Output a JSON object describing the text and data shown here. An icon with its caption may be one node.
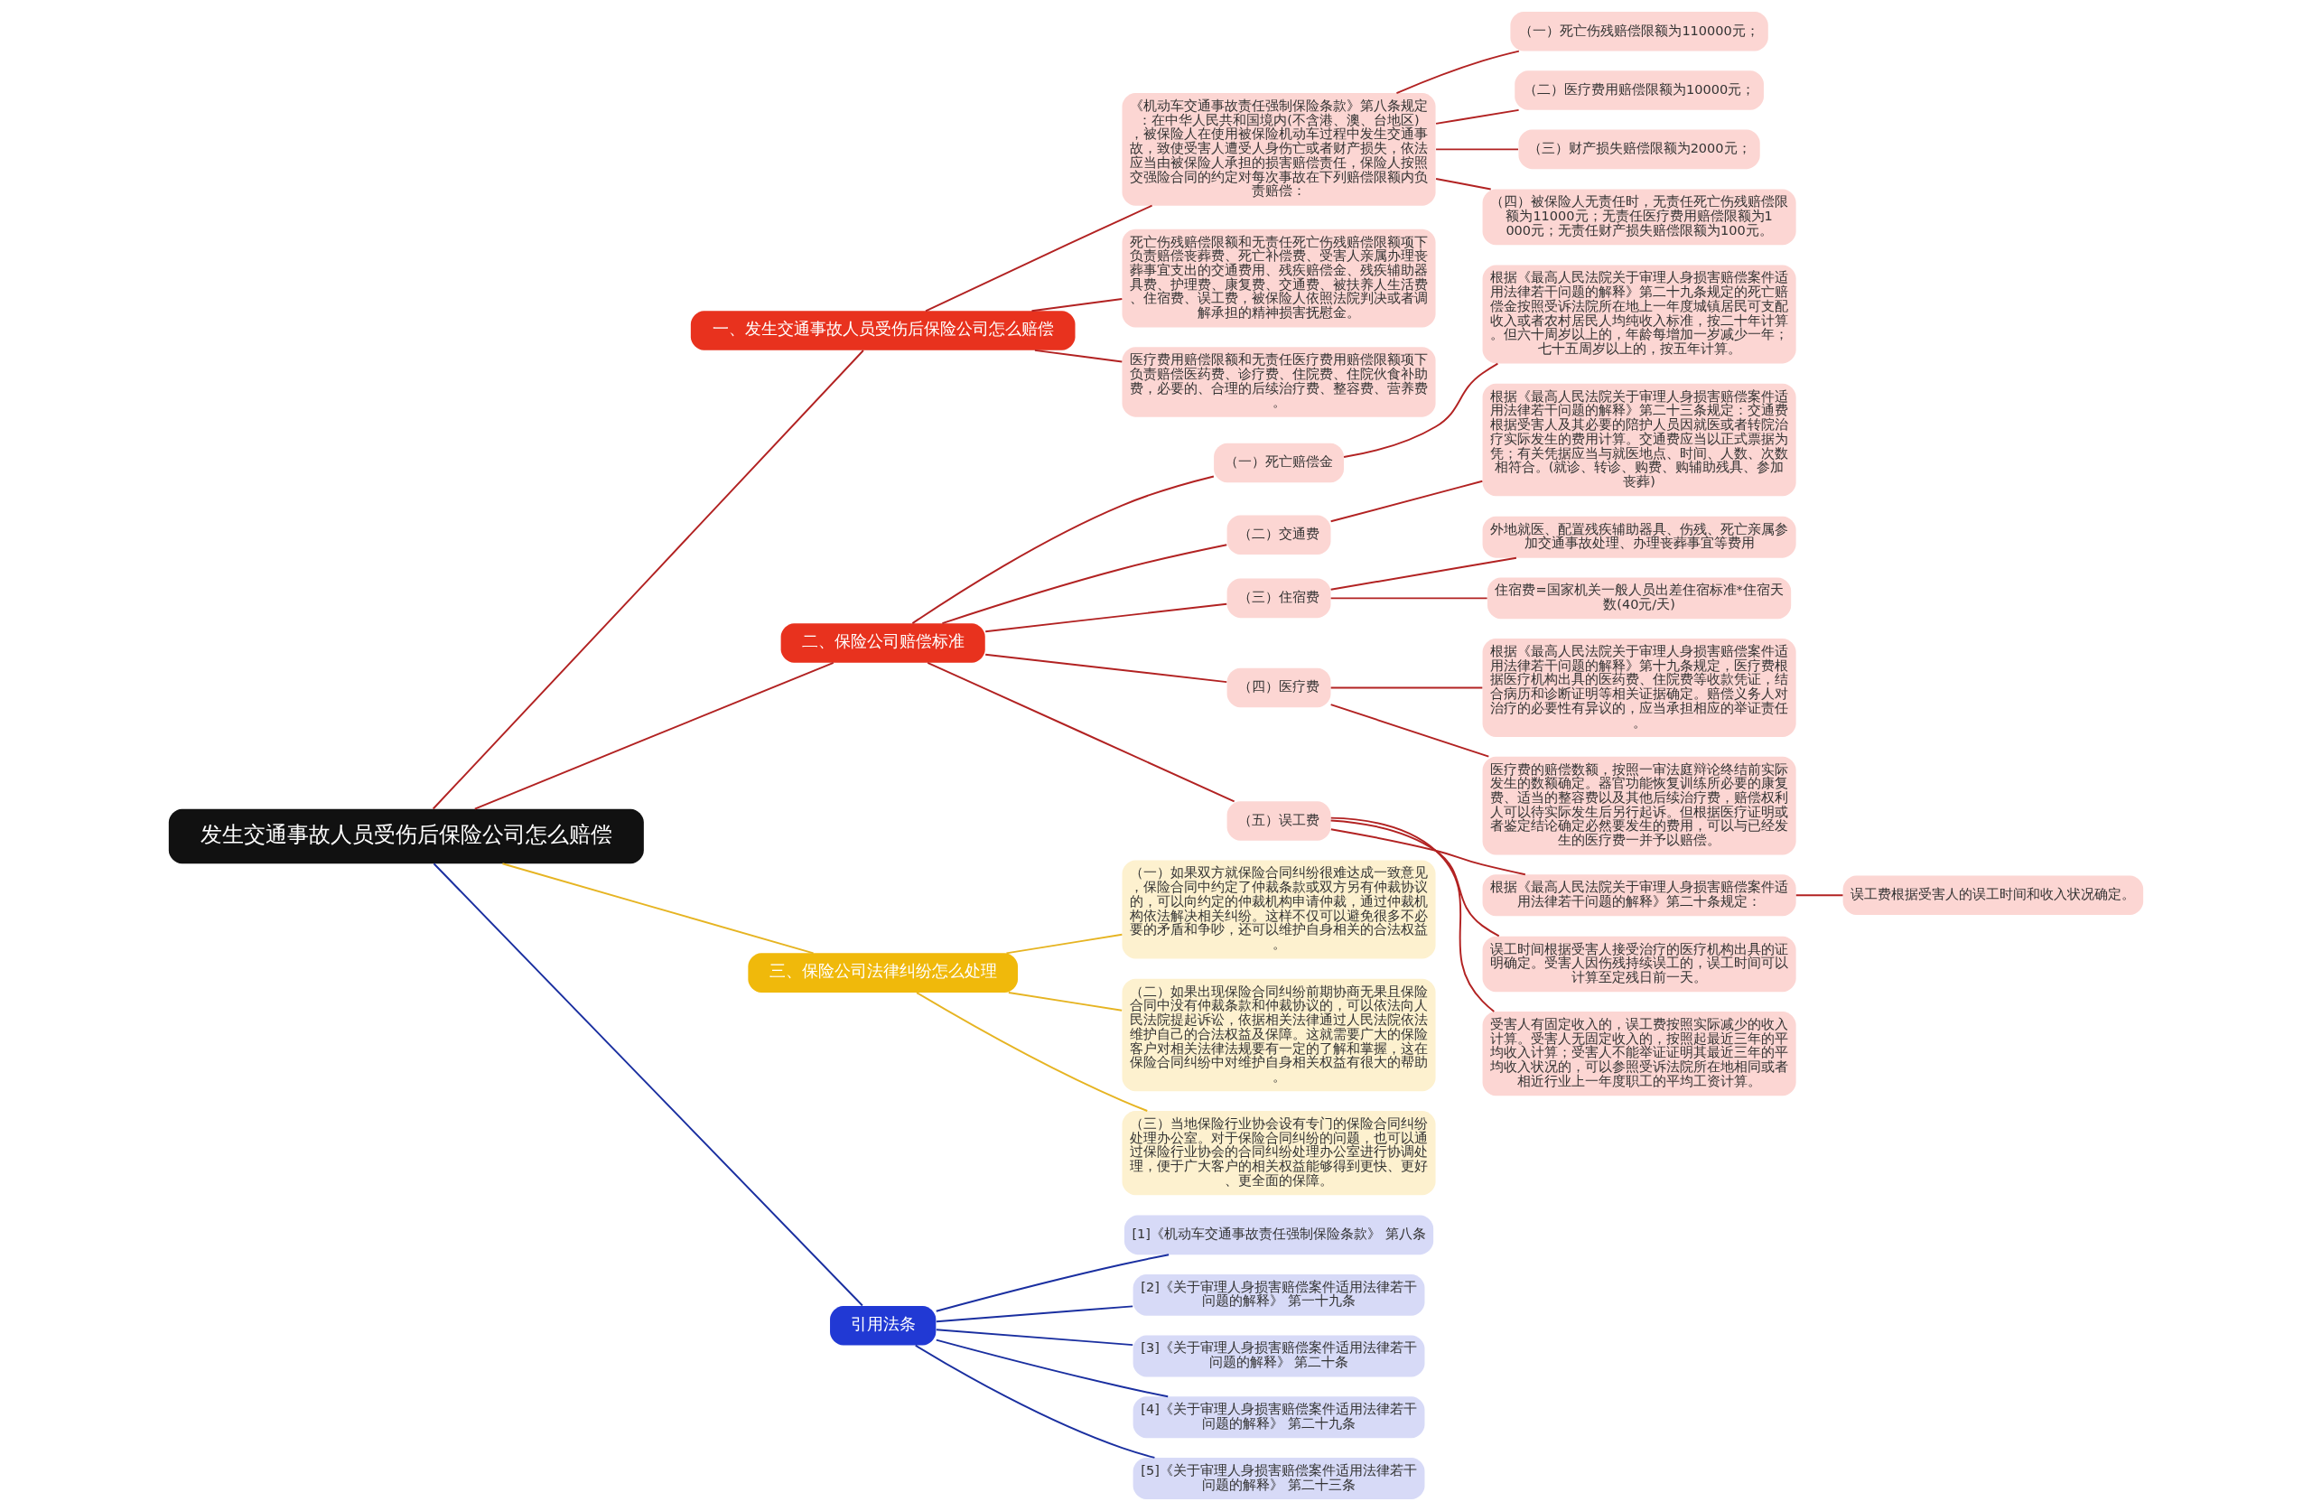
{
  "diagram": {
    "nodes": [
      {
        "text": [
          "发生交通事故人员受伤后保险公司怎么赔偿"
        ]
      },
      {
        "text": [
          "一、发生交通事故人员受伤后保险公司怎么赔偿"
        ]
      },
      {
        "text": [
          "《机动车交通事故责任强制保险条款》第八条规定：在中华人民共和国境内(不含港、澳、台地区)，被保险人在使用被保险机动车过程中发生交通事故，致使受害人遭受人身伤亡或者财产损失，依法应当由被保险人承担的损害赔偿责任，保险人按照交强险合同的约定对每次事故在下列赔偿限额内负责赔偿："
        ]
      },
      {
        "text": [
          "（一）死亡伤残赔偿限额为110000元；"
        ]
      },
      {
        "text": [
          "（二）医疗费用赔偿限额为10000元；"
        ]
      },
      {
        "text": [
          "（三）财产损失赔偿限额为2000元；"
        ]
      },
      {
        "text": [
          "（四）被保险人无责任时，无责任死亡伤残赔偿限额为11000元；无责任医疗费用赔偿限额为1000元；无责任财产损失赔偿限额为100元。"
        ]
      },
      {
        "text": [
          "死亡伤残赔偿限额和无责任死亡伤残赔偿限额项下负责赔偿丧葬费、死亡补偿费、受害人亲属办理丧葬事宜支出的交通费用、残疾赔偿金、残疾辅助器具费、护理费、康复费、交通费、被扶养人生活费、住宿费、误工费，被保险人依照法院判决或者调解承担的精神损害抚慰金。"
        ]
      },
      {
        "text": [
          "医疗费用赔偿限额和无责任医疗费用赔偿限额项下负责赔偿医药费、诊疗费、住院费、住院伙食补助费，必要的、合理的后续治疗费、整容费、营养费。"
        ]
      },
      {
        "text": [
          "二、保险公司赔偿标准"
        ]
      },
      {
        "text": [
          "（一）死亡赔偿金"
        ]
      },
      {
        "text": [
          "根据《最高人民法院关于审理人身损害赔偿案件适用法律若干问题的解释》第二十九条规定的死亡赔偿金按照受诉法院所在地上一年度城镇居民可支配收入或者农村居民人均纯收入标准，按二十年计算。但六十周岁以上的，年龄每增加一岁减少一年；七十五周岁以上的，按五年计算。"
        ]
      },
      {
        "text": [
          "（二）交通费"
        ]
      },
      {
        "text": [
          "根据《最高人民法院关于审理人身损害赔偿案件适用法律若干问题的解释》第二十三条规定：交通费根据受害人及其必要的陪护人员因就医或者转院治疗实际发生的费用计算。交通费应当以正式票据为凭；有关凭据应当与就医地点、时间、人数、次数相符合。(就诊、转诊、购费、购辅助残具、参加丧葬)"
        ]
      },
      {
        "text": [
          "（三）住宿费"
        ]
      },
      {
        "text": [
          "外地就医、配置残疾辅助器具、伤残、死亡亲属参加交通事故处理、办理丧葬事宜等费用"
        ]
      },
      {
        "text": [
          "住宿费=国家机关一般人员出差住宿标准*住宿天数(40元/天)"
        ]
      },
      {
        "text": [
          "（四）医疗费"
        ]
      },
      {
        "text": [
          "根据《最高人民法院关于审理人身损害赔偿案件适用法律若干问题的解释》第十九条规定，医疗费根据医疗机构出具的医药费、住院费等收款凭证，结合病历和诊断证明等相关证据确定。赔偿义务人对治疗的必要性有异议的，应当承担相应的举证责任。"
        ]
      },
      {
        "text": [
          "医疗费的赔偿数额，按照一审法庭辩论终结前实际发生的数额确定。器官功能恢复训练所必要的康复费、适当的整容费以及其他后续治疗费，赔偿权利人可以待实际发生后另行起诉。但根据医疗证明或者鉴定结论确定必然要发生的费用，可以与已经发生的医疗费一并予以赔偿。"
        ]
      },
      {
        "text": [
          "（五）误工费"
        ]
      },
      {
        "text": [
          "根据《最高人民法院关于审理人身损害赔偿案件适用法律若干问题的解释》第二十条规定："
        ]
      },
      {
        "text": [
          "误工费根据受害人的误工时间和收入状况确定。"
        ]
      },
      {
        "text": [
          "误工时间根据受害人接受治疗的医疗机构出具的证明确定。受害人因伤残持续误工的，误工时间可以计算至定残日前一天。"
        ]
      },
      {
        "text": [
          "受害人有固定收入的，误工费按照实际减少的收入计算。受害人无固定收入的，按照起最近三年的平均收入计算；受害人不能举证证明其最近三年的平均收入状况的，可以参照受诉法院所在地相同或者相近行业上一年度职工的平均工资计算。"
        ]
      },
      {
        "text": [
          "三、保险公司法律纠纷怎么处理"
        ]
      },
      {
        "text": [
          "（一）如果双方就保险合同纠纷很难达成一致意见，保险合同中约定了仲裁条款或双方另有仲裁协议的，可以向约定的仲裁机构申请仲裁，通过仲裁机构依法解决相关纠纷。这样不仅可以避免很多不必要的矛盾和争吵，还可以维护自身相关的合法权益。"
        ]
      },
      {
        "text": [
          "（二）如果出现保险合同纠纷前期协商无果且保险合同中没有仲裁条款和仲裁协议的，可以依法向人民法院提起诉讼，依据相关法律通过人民法院依法维护自己的合法权益及保障。这就需要广大的保险客户对相关法律法规要有一定的了解和掌握，这在保险合同纠纷中对维护自身相关权益有很大的帮助。"
        ]
      },
      {
        "text": [
          "（三）当地保险行业协会设有专门的保险合同纠纷处理办公室。对于保险合同纠纷的问题，也可以通过保险行业协会的合同纠纷处理办公室进行协调处理，便于广大客户的相关权益能够得到更快、更好、更全面的保障。"
        ]
      },
      {
        "text": [
          "引用法条"
        ]
      },
      {
        "text": [
          "[1]《机动车交通事故责任强制保险条款》 第八条"
        ]
      },
      {
        "text": [
          "[2]《关于审理人身损害赔偿案件适用法律若干问题的解释》 第一十九条"
        ]
      },
      {
        "text": [
          "[3]《关于审理人身损害赔偿案件适用法律若干问题的解释》 第二十条"
        ]
      },
      {
        "text": [
          "[4]《关于审理人身损害赔偿案件适用法律若干问题的解释》 第二十九条"
        ]
      },
      {
        "text": [
          "[5]《关于审理人身损害赔偿案件适用法律若干问题的解释》 第二十三条"
        ]
      }
    ],
    "edges": [
      {
        "from": 0,
        "to": 1,
        "arrow": "none"
      },
      {
        "from": 1,
        "to": 2,
        "arrow": "none"
      },
      {
        "from": 2,
        "to": 3,
        "arrow": "none"
      },
      {
        "from": 2,
        "to": 4,
        "arrow": "none"
      },
      {
        "from": 2,
        "to": 5,
        "arrow": "none"
      },
      {
        "from": 2,
        "to": 6,
        "arrow": "none"
      },
      {
        "from": 1,
        "to": 7,
        "arrow": "none"
      },
      {
        "from": 1,
        "to": 8,
        "arrow": "none"
      },
      {
        "from": 0,
        "to": 9,
        "arrow": "none"
      },
      {
        "from": 9,
        "to": 10,
        "arrow": "none"
      },
      {
        "from": 10,
        "to": 11,
        "arrow": "none"
      },
      {
        "from": 9,
        "to": 12,
        "arrow": "none"
      },
      {
        "from": 12,
        "to": 13,
        "arrow": "none"
      },
      {
        "from": 9,
        "to": 14,
        "arrow": "none"
      },
      {
        "from": 14,
        "to": 15,
        "arrow": "none"
      },
      {
        "from": 14,
        "to": 16,
        "arrow": "none"
      },
      {
        "from": 9,
        "to": 17,
        "arrow": "none"
      },
      {
        "from": 17,
        "to": 18,
        "arrow": "none"
      },
      {
        "from": 17,
        "to": 19,
        "arrow": "none"
      },
      {
        "from": 9,
        "to": 20,
        "arrow": "none"
      },
      {
        "from": 20,
        "to": 21,
        "arrow": "none"
      },
      {
        "from": 21,
        "to": 22,
        "arrow": "none"
      },
      {
        "from": 20,
        "to": 23,
        "arrow": "none"
      },
      {
        "from": 20,
        "to": 24,
        "arrow": "none"
      },
      {
        "from": 0,
        "to": 25,
        "arrow": "none",
        "color": "#e6b422"
      },
      {
        "from": 25,
        "to": 26,
        "arrow": "none",
        "color": "#e6b422"
      },
      {
        "from": 25,
        "to": 27,
        "arrow": "none",
        "color": "#e6b422"
      },
      {
        "from": 25,
        "to": 28,
        "arrow": "none",
        "color": "#e6b422"
      },
      {
        "from": 0,
        "to": 29,
        "arrow": "none",
        "color": "#1a2fa0"
      },
      {
        "from": 29,
        "to": 30,
        "arrow": "none",
        "color": "#1a2fa0"
      },
      {
        "from": 29,
        "to": 31,
        "arrow": "none",
        "color": "#1a2fa0"
      },
      {
        "from": 29,
        "to": 32,
        "arrow": "none",
        "color": "#1a2fa0"
      },
      {
        "from": 29,
        "to": 33,
        "arrow": "none",
        "color": "#1a2fa0"
      },
      {
        "from": 29,
        "to": 34,
        "arrow": "none",
        "color": "#1a2fa0"
      }
    ]
  }
}
